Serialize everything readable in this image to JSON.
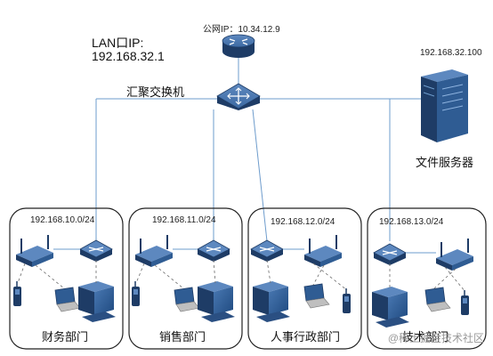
{
  "lan": {
    "line1": "LAN口IP:",
    "line2": "192.168.32.1"
  },
  "public_ip_label": "公网IP：10.34.12.9",
  "core_switch_label": "汇聚交换机",
  "file_server": {
    "ip": "192.168.32.100",
    "name": "文件服务器"
  },
  "departments": [
    {
      "subnet": "192.168.10.0/24",
      "name": "财务部门"
    },
    {
      "subnet": "192.168.11.0/24",
      "name": "销售部门"
    },
    {
      "subnet": "192.168.12.0/24",
      "name": "人事行政部门"
    },
    {
      "subnet": "192.168.13.0/24",
      "name": "技术部门"
    }
  ],
  "watermark": "@稀土掘金技术社区",
  "icons": [
    "router-icon",
    "switch-icon",
    "server-tower-icon",
    "wireless-router-icon",
    "mobile-phone-icon",
    "laptop-icon",
    "desktop-computer-icon"
  ],
  "colors": {
    "device_blue": "#2f5c93",
    "device_dark": "#1e3c66",
    "line_blue": "#6e9ccc",
    "dashed_line": "#6a6a6a",
    "box_border": "#222222"
  }
}
